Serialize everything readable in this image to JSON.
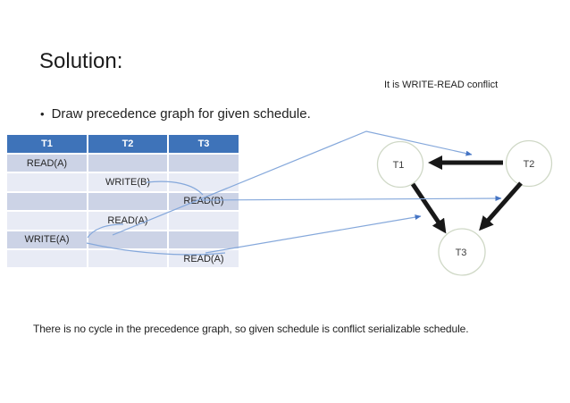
{
  "slide": {
    "title": "Solution:",
    "conflict_note": "It is WRITE-READ conflict",
    "bullet_char": "•",
    "bullet": "Draw precedence graph for given schedule.",
    "conclusion": "There is no cycle in the precedence graph, so given schedule is conflict serializable schedule."
  },
  "schedule_table": {
    "headers": [
      "T1",
      "T2",
      "T3"
    ],
    "rows": [
      [
        "READ(A)",
        "",
        ""
      ],
      [
        "",
        "WRITE(B)",
        ""
      ],
      [
        "",
        "",
        "READ(B)"
      ],
      [
        "",
        "READ(A)",
        ""
      ],
      [
        "WRITE(A)",
        "",
        ""
      ],
      [
        "",
        "",
        "READ(A)"
      ]
    ],
    "colors": {
      "header_bg": "#3e73b9",
      "header_text": "#ffffff",
      "band_dark": "#ccd3e6",
      "band_light": "#e8ebf5"
    }
  },
  "graph": {
    "nodes": [
      {
        "label": "T1"
      },
      {
        "label": "T2"
      },
      {
        "label": "T3"
      }
    ],
    "edges": [
      {
        "from": "T2",
        "to": "T1"
      },
      {
        "from": "T1",
        "to": "T3"
      },
      {
        "from": "T2",
        "to": "T3"
      }
    ],
    "colors": {
      "edge": "#181818",
      "node_border": "#cfd8c6",
      "connector": "#85a8db",
      "connector_tip": "#4574c4"
    }
  }
}
